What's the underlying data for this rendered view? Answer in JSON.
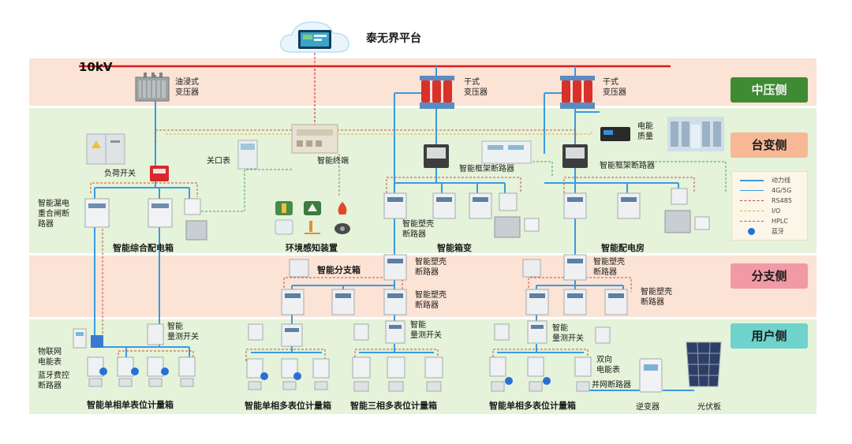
{
  "platform_title": "泰无界平台",
  "voltage": "10kV",
  "sides": {
    "mv": "中压侧",
    "tb": "台变侧",
    "br": "分支侧",
    "us": "用户侧"
  },
  "labels": {
    "oil_transformer": "油浸式\n变压器",
    "dry_transformer_1": "干式\n变压器",
    "dry_transformer_2": "干式\n变压器",
    "energy_quality": "电能\n质量",
    "load_switch": "负荷开关",
    "gateway_meter": "关口表",
    "smart_terminal": "智能终端",
    "frame_breaker_1": "智能框架断路器",
    "frame_breaker_2": "智能框架断路器",
    "leakage_breaker": "智能漏电\n重合闸断\n路器",
    "molded_breaker_box": "智能塑壳\n断路器",
    "molded_breaker_b1": "智能塑壳\n断路器",
    "molded_breaker_b2": "智能塑壳\n断路器",
    "molded_breaker_b3": "智能塑壳\n断路器",
    "molded_breaker_b4": "智能塑壳\n断路器",
    "branch_box": "智能分支箱",
    "iot_meter": "物联网\n电能表",
    "bt_prepay": "蓝牙费控\n断路器",
    "measure_switch_1": "智能\n量测开关",
    "measure_switch_2": "智能\n量测开关",
    "measure_switch_3": "智能\n量测开关",
    "bidirectional": "双向\n电能表",
    "grid_breaker": "并网断路器",
    "inverter": "逆变器",
    "pv": "光伏板"
  },
  "groups": {
    "combo_box": "智能综合配电箱",
    "env": "环境感知装置",
    "box_transformer": "智能箱变",
    "power_room": "智能配电房",
    "g_single_1": "智能单相单表位计量箱",
    "g_single_multi": "智能单相多表位计量箱",
    "g_three_multi": "智能三相多表位计量箱",
    "g_single_multi_2": "智能单相多表位计量箱"
  },
  "legend": [
    {
      "label": "动力线",
      "color": "#3b9ae1",
      "style": "solid"
    },
    {
      "label": "4G/5G",
      "color": "#3b9ae1",
      "style": "wireless"
    },
    {
      "label": "RS485",
      "color": "#d04040",
      "style": "dashed"
    },
    {
      "label": "I/O",
      "color": "#e0b040",
      "style": "dashed"
    },
    {
      "label": "HPLC",
      "color": "#c8503a",
      "style": "dashed"
    },
    {
      "label": "蓝牙",
      "color": "#2a6fd6",
      "style": "bluetooth"
    }
  ],
  "colors": {
    "mv_band": "#fbe3d5",
    "tb_band": "#e4f3d9",
    "br_band": "#fbe3d5",
    "us_band": "#e4f3d9",
    "mv_label": "#3e8b33",
    "tb_label": "#f6b895",
    "br_label": "#f19aa6",
    "us_label": "#6fd2cc"
  }
}
